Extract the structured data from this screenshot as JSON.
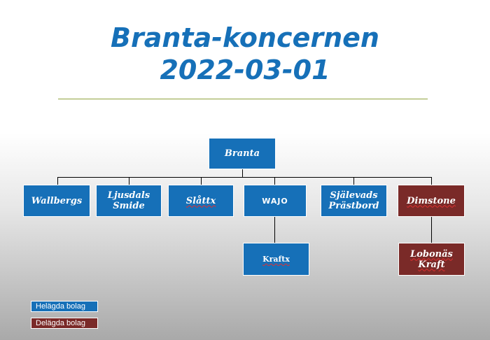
{
  "title": {
    "line1": "Branta-koncernen",
    "line2": "2022-03-01"
  },
  "org": {
    "root": "Branta",
    "units": {
      "wallbergs": "Wallbergs",
      "ljusdals": "Ljusdals\nSmide",
      "slattx": "Slåttx",
      "wajo": "WAJO",
      "sjalevads": "Själevads\nPrästbord",
      "dimstone": "Dimstone",
      "kraftx": "Kraftx",
      "lobonas": "Lobonäs\nKraft"
    },
    "ownership": {
      "wallbergs": "owned",
      "ljusdals": "owned",
      "slattx": "owned",
      "wajo": "owned",
      "sjalevads": "owned",
      "kraftx": "owned",
      "dimstone": "partly",
      "lobonas": "partly"
    }
  },
  "legend": {
    "owned": "Helägda bolag",
    "partly": "Delägda bolag"
  },
  "colors": {
    "title": "#1670b8",
    "owned": "#1670b8",
    "partly": "#7a2a28",
    "rule": "#8fa23c"
  }
}
